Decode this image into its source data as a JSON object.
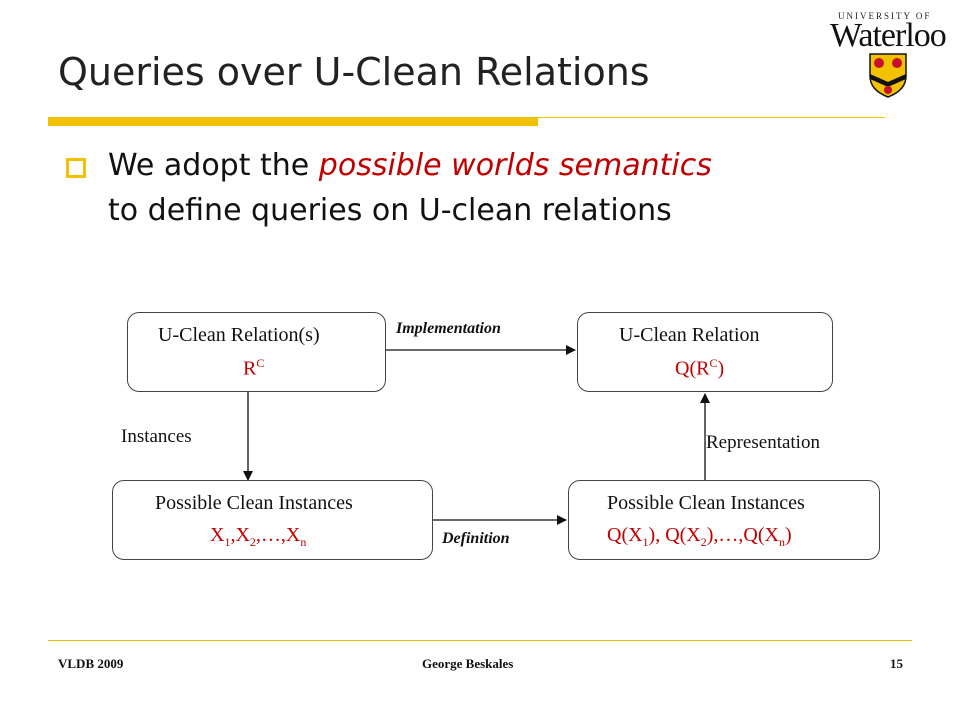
{
  "slide": {
    "title": "Queries over U-Clean Relations",
    "bullet": {
      "before": "We adopt the ",
      "emphasis": "possible worlds semantics",
      "after": "to define queries on U-clean relations"
    }
  },
  "diagram": {
    "box_tl": {
      "label": "U-Clean Relation(s)",
      "expr_base": "R",
      "expr_sup": "C"
    },
    "box_tr": {
      "label": "U-Clean Relation",
      "expr_pre": "Q(R",
      "expr_sup": "C",
      "expr_post": ")"
    },
    "box_bl": {
      "label": "Possible Clean Instances",
      "x": "X",
      "s1": "1",
      "s2": "2",
      "sn": "n",
      "sep": ",",
      "dots": ",…,"
    },
    "box_br": {
      "label": "Possible Clean Instances",
      "q1a": "Q(X",
      "q1s": "1",
      "q1b": "), Q(X",
      "q2s": "2",
      "q2b": "),…,Q(X",
      "qns": "n",
      "qnb": ")"
    },
    "edges": {
      "implementation": "Implementation",
      "definition": "Definition",
      "instances": "Instances",
      "representation": "Representation"
    }
  },
  "footer": {
    "left": "VLDB 2009",
    "center": "George Beskales",
    "page": "15"
  },
  "logo": {
    "university": "UNIVERSITY OF",
    "name": "Waterloo"
  },
  "colors": {
    "accent": "#f2c200",
    "emphasis": "#c00000",
    "crest": "#c8102e",
    "crest_gold": "#f2c200"
  }
}
